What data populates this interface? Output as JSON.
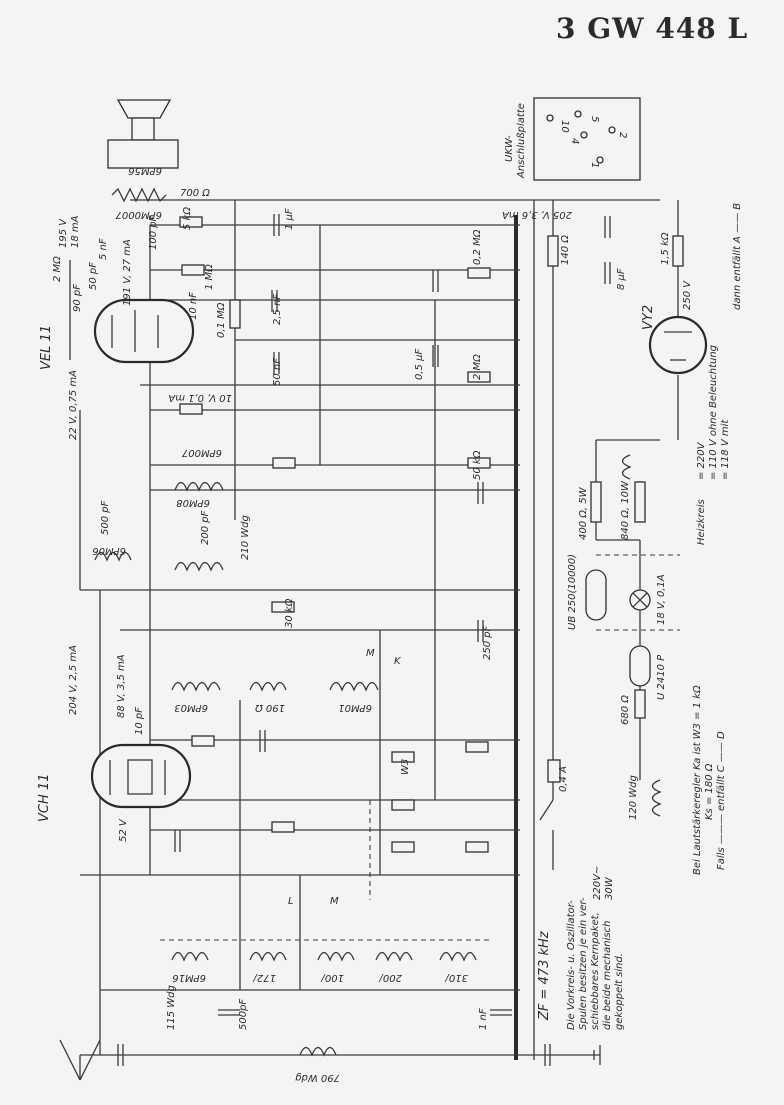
{
  "title": "3 GW 448 L",
  "tubes": {
    "vel11": "VEL 11",
    "vch11": "VCH 11",
    "vy2": "VY2"
  },
  "speaker": {
    "coil": "6PM56",
    "field": "6PM0007",
    "field_res": "700 Ω"
  },
  "plate": {
    "label_line1": "UKW-",
    "label_line2": "Anschlußplatte",
    "pins": [
      "10",
      "5",
      "4",
      "2",
      "1"
    ]
  },
  "bottom_notes": {
    "zf": "ZF = 473 kHz",
    "osc_note_1": "Die Vorkreis- u. Oszillator-",
    "osc_note_2": "Spulen besitzen je ein ver-",
    "osc_note_3": "schiebbares Kernpaket,",
    "osc_note_4": "die beide mechanisch",
    "osc_note_5": "gekoppelt sind.",
    "mains": "220V~",
    "power": "30W"
  },
  "heater_notes": {
    "h1": "Heizkreis",
    "h1v": "= 220V",
    "h2": "= 110 V ohne Beleuchtung",
    "h3": "= 118 V mit",
    "h4": "dann entfällt A —— B"
  },
  "loudness_notes": {
    "n1": "Bei Lautstärkeregler Ka ist W3 = 1 kΩ",
    "n2": "Ks    = 180 Ω",
    "n3": "Falls ——— entfällt C —— D"
  },
  "labels": {
    "v195": "195 V",
    "ma18": "18 mA",
    "v191": "191 V, 27 mA",
    "v22": "22 V, 0,75 mA",
    "v10": "10 V, 0,1 mA",
    "v204": "204 V, 2,5 mA",
    "v88": "88 V, 3,5 mA",
    "v52": "52 V",
    "v205": "205 V, 3,6 mA",
    "v250": "250 V",
    "c5nf": "5 nF",
    "c100pf": "100 pF",
    "r5k": "5 kΩ",
    "c1uf": "1 μF",
    "r2m": "2 MΩ",
    "c50pf": "50 pF",
    "c90pf": "90 pF",
    "r1m": "1 MΩ",
    "c10nf": "10 nF",
    "r01m": "0,1 MΩ",
    "c25nf": "2,5 nF",
    "c50nf": "50 nF",
    "r02m": "0,2 MΩ",
    "r140": "140 Ω",
    "r15k": "1,5 kΩ",
    "c8uf": "8 μF",
    "c05uf": "0,5 μF",
    "r2m2": "2 MΩ",
    "r50k": "50 kΩ",
    "c500pf": "500 pF",
    "coil6pm08": "6PM08",
    "coil6pm007": "6PM007",
    "coil6pm06": "6PM06",
    "c200pf": "200 pF",
    "w210": "210 Wdg",
    "r30k": "30 kΩ",
    "c250pf": "250 pF",
    "coil6pm03": "6PM03",
    "coil6pm01": "6PM01",
    "r190": "190 Ω",
    "c10pf": "10 pF",
    "w3": "W3",
    "r400": "400 Ω, 5W",
    "r840": "840 Ω, 10W",
    "ub250": "UB 250(10000)",
    "lamp": "18 V, 0,1A",
    "u2410p": "U 2410 P",
    "r680": "680 Ω",
    "w120": "120 Wdg",
    "f04": "0,4 A",
    "c1nf": "1 nF",
    "c500pf2": "500pF",
    "w115": "115 Wdg",
    "w790": "790 Wdg",
    "coil6pm16": "6PM16",
    "coils": [
      "172/",
      "100/",
      "200/",
      "310/"
    ],
    "m": "M",
    "l": "L",
    "k": "K"
  }
}
